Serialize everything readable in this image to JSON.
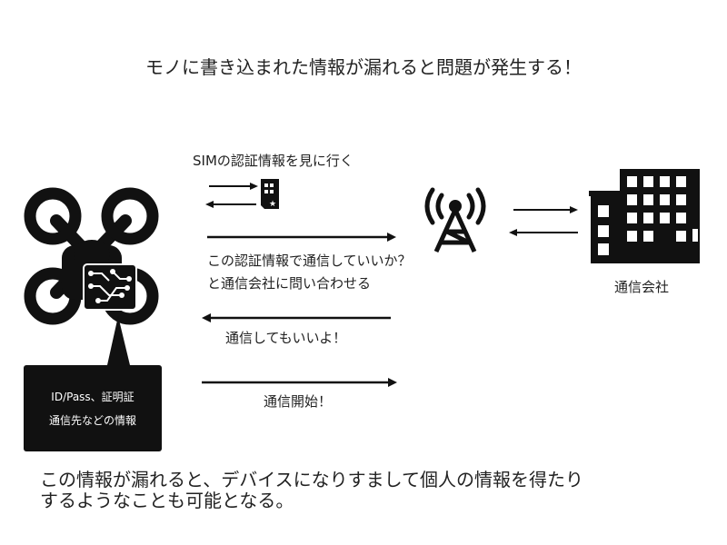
{
  "title": "モノに書き込まれた情報が漏れると問題が発生する！",
  "steps": {
    "sim_check": "SIMの認証情報を見に行く",
    "query_line1": "この認証情報で通信していいか？",
    "query_line2": "と通信会社に問い合わせる",
    "ok": "通信してもいいよ！",
    "start": "通信開始！"
  },
  "carrier_label": "通信会社",
  "info_box": {
    "line1": "ID/Pass、証明証",
    "line2": "通信先などの情報"
  },
  "bottom_text": {
    "line1": "この情報が漏れると、デバイスになりすまして個人の情報を得たり",
    "line2": "するようなことも可能となる。"
  },
  "icons": [
    "drone-icon",
    "chip-icon",
    "sim-card-icon",
    "antenna-tower-icon",
    "building-icon"
  ],
  "colors": {
    "ink": "#111111",
    "background": "#ffffff"
  }
}
